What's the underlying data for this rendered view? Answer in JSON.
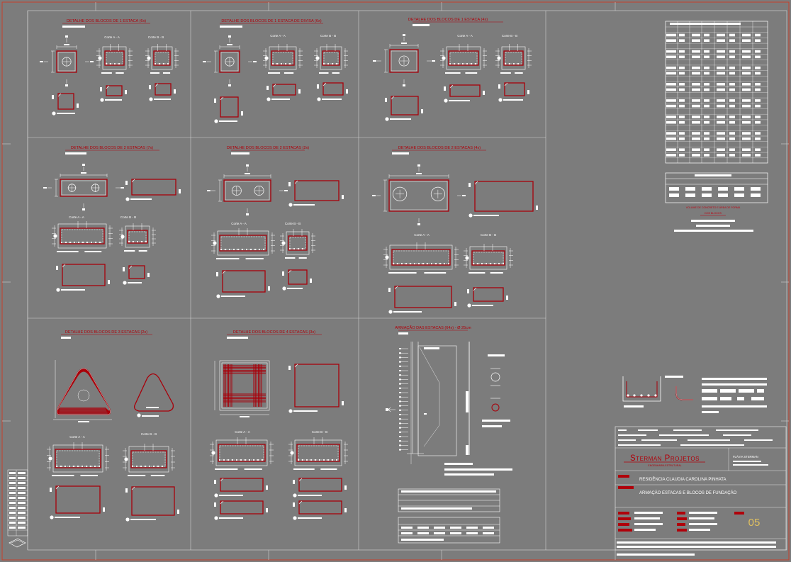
{
  "panels": [
    {
      "title": "DETALHE DOS BLOCOS DE 1 ESTACA (6x)",
      "cut_a": "Corte A - A",
      "cut_b": "Corte B - B"
    },
    {
      "title": "DETALHE DOS BLOCOS DE 1 ESTACA DE DIVISA (6x)",
      "cut_a": "Corte A - A",
      "cut_b": "Corte B - B"
    },
    {
      "title": "DETALHE DOS BLOCOS DE 1 ESTACA (4x)",
      "cut_a": "Corte A - A",
      "cut_b": "Corte B - B"
    },
    {
      "title": "DETALHE DOS BLOCOS DE 2 ESTACAS (7x)",
      "cut_a": "Corte A - A",
      "cut_b": "Corte B - B"
    },
    {
      "title": "DETALHE DOS BLOCOS DE 2 ESTACAS (2x)",
      "cut_a": "Corte A - A",
      "cut_b": "Corte B - B"
    },
    {
      "title": "DETALHE DOS BLOCOS DE 2 ESTACAS (4x)",
      "cut_a": "Corte A - A",
      "cut_b": "Corte B - B"
    },
    {
      "title": "DETALHE DOS BLOCOS DE 3 ESTACAS (2x)",
      "cut_a": "Corte A - A",
      "cut_b": "Corte B - B"
    },
    {
      "title": "DETALHE DOS BLOCOS DE 4 ESTACAS (3x)",
      "cut_a": "Corte A - A",
      "cut_b": "Corte B - B"
    },
    {
      "title": "ARMAÇÃO DAS ESTACAS (64x) - Ø 25cm",
      "cut_a": "",
      "cut_b": ""
    }
  ],
  "table_note_line1": "VOLUME DE CONCRETO E ÁREA DE FORMA",
  "table_note_line2": "DOS BLOCOS",
  "title_block": {
    "company": "Sterman Projetos",
    "company_sub": "ENGENHARIA ESTRUTURAL",
    "engineer": "FLÁVIA STERMAN",
    "client": "RESIDÊNCIA CLAUDIA CAROLINA PINHATA",
    "subject": "ARMAÇÃO ESTACAS E BLOCOS DE FUNDAÇÃO",
    "sheet": "05"
  },
  "colors": {
    "background": "#7c7c7c",
    "frame": "#c8402a",
    "drawing": "#ffffff",
    "detail": "#a8000a",
    "sheet_number": "#e0c060"
  }
}
